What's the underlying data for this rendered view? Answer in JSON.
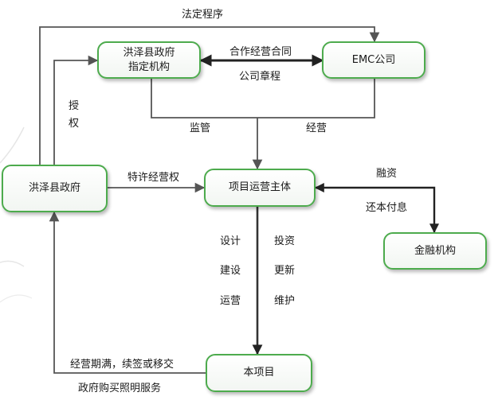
{
  "nodes": {
    "gov": "洪泽县政府",
    "designated": "洪泽县政府\n指定机构",
    "emc": "EMC公司",
    "project_entity": "项目运营主体",
    "finance": "金融机构",
    "project": "本项目"
  },
  "edges": {
    "legal": "法定程序",
    "contract": "合作经营合同",
    "charter": "公司章程",
    "authorize": "授权",
    "supervise": "监管",
    "operate": "经营",
    "franchise": "特许经营权",
    "financing": "融资",
    "repay": "还本付息",
    "design": "设计",
    "build": "建设",
    "run": "运营",
    "invest": "投资",
    "renew": "更新",
    "maintain": "维护",
    "expire": "经营期满，续签或移交",
    "purchase": "政府购买照明服务"
  },
  "colors": {
    "box_border": "#4dab4d",
    "line": "#555555"
  }
}
